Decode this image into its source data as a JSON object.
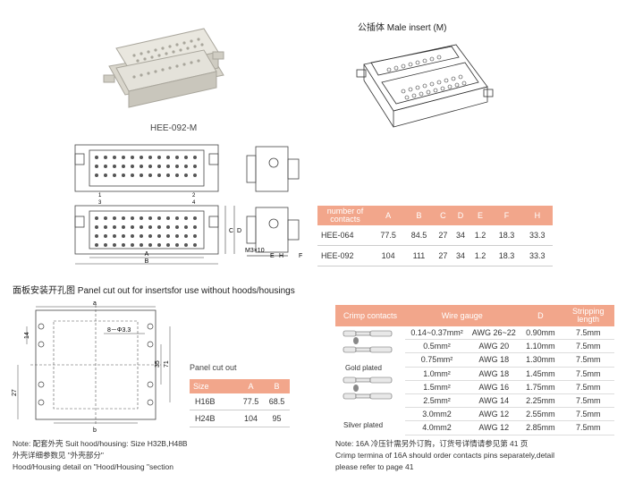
{
  "product_caption": "HEE-092-M",
  "male_insert_title": "公插体 Male insert (M)",
  "drawing_labels": {
    "dim_a": "A",
    "dim_b": "B",
    "dim_c": "C",
    "dim_d": "D",
    "dim_e": "E",
    "dim_f": "F",
    "dim_h": "H",
    "m3": "M3×10",
    "pin1": "1",
    "pin2": "2",
    "pin3": "3",
    "pin4": "4"
  },
  "spec_table": {
    "headers": [
      "number of contacts",
      "A",
      "B",
      "C",
      "D",
      "E",
      "F",
      "H"
    ],
    "rows": [
      [
        "HEE-064",
        "77.5",
        "84.5",
        "27",
        "34",
        "1.2",
        "18.3",
        "33.3"
      ],
      [
        "HEE-092",
        "104",
        "111",
        "27",
        "34",
        "1.2",
        "18.3",
        "33.3"
      ]
    ]
  },
  "panel_cutout_title": "面板安装开孔图 Panel cut out for insertsfor use without hoods/housings",
  "cutout_drawing": {
    "a": "a",
    "b": "b",
    "hole": "8－Φ3.3",
    "d14": "14",
    "d27": "27",
    "d35": "35",
    "d71": "71"
  },
  "panel_cut_table": {
    "title": "Panel cut out",
    "headers": [
      "Size",
      "A",
      "B"
    ],
    "rows": [
      [
        "H16B",
        "77.5",
        "68.5"
      ],
      [
        "H24B",
        "104",
        "95"
      ]
    ]
  },
  "crimp_table": {
    "headers": [
      "Crimp contacts",
      "Wire gauge",
      "D",
      "Stripping length"
    ],
    "rows": [
      [
        "0.14~0.37mm²",
        "AWG 26~22",
        "0.90mm",
        "7.5mm"
      ],
      [
        "0.5mm²",
        "AWG 20",
        "1.10mm",
        "7.5mm"
      ],
      [
        "0.75mm²",
        "AWG 18",
        "1.30mm",
        "7.5mm"
      ],
      [
        "1.0mm²",
        "AWG 18",
        "1.45mm",
        "7.5mm"
      ],
      [
        "1.5mm²",
        "AWG 16",
        "1.75mm",
        "7.5mm"
      ],
      [
        "2.5mm²",
        "AWG 14",
        "2.25mm",
        "7.5mm"
      ],
      [
        "3.0mm2",
        "AWG 12",
        "2.55mm",
        "7.5mm"
      ],
      [
        "4.0mm2",
        "AWG 12",
        "2.85mm",
        "7.5mm"
      ]
    ],
    "gold_label": "Gold plated",
    "silver_label": "Silver plated"
  },
  "notes_left": {
    "line1": "Note: 配套外壳 Suit hood/housing: Size H32B,H48B",
    "line2": "外壳详细参数见 \"外壳部分\"",
    "line3": "Hood/Housing detail on \"Hood/Housing \"section"
  },
  "notes_right": {
    "line1": "Note: 16A 冷压针需另外订购，订货号详情请参见第 41 页",
    "line2": "Crimp termina of 16A should order contacts pins separately,detail",
    "line3": "please refer to page 41"
  }
}
